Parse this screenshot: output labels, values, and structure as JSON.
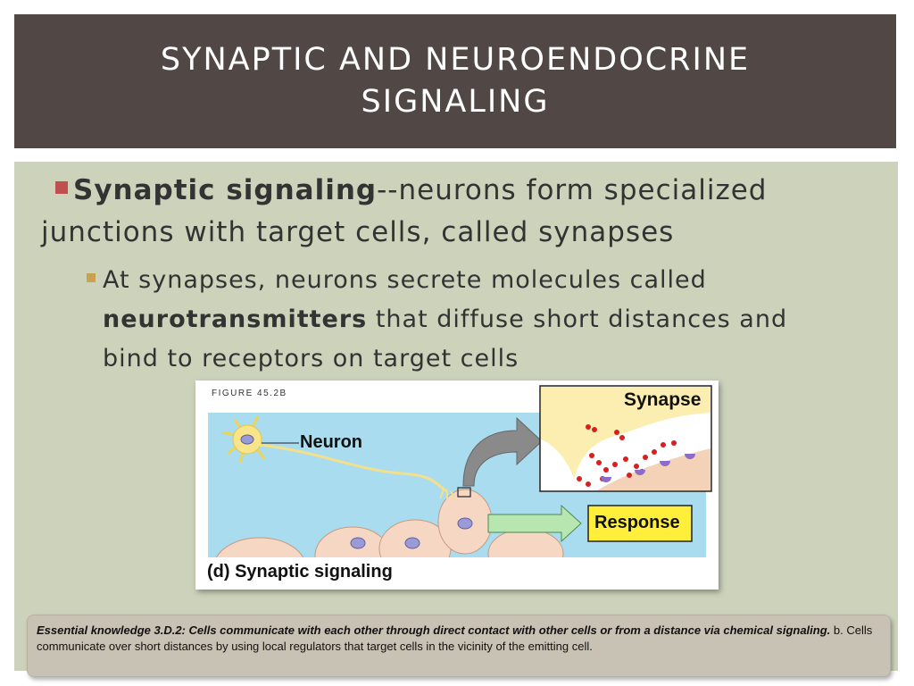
{
  "slide": {
    "title": "SYNAPTIC AND NEUROENDOCRINE SIGNALING"
  },
  "bullets": {
    "main_term": "Synaptic signaling",
    "main_rest": "--neurons form specialized junctions with target cells, called synapses",
    "sub_prefix": "At synapses, neurons secrete molecules called ",
    "sub_term": "neurotransmitters",
    "sub_rest": " that diffuse short distances and bind to receptors on target cells"
  },
  "figure": {
    "label": "FIGURE 45.2B",
    "neuron_label": "Neuron",
    "synapse_label": "Synapse",
    "response_label": "Response",
    "caption": "(d) Synaptic signaling"
  },
  "essential_knowledge": {
    "emphasis": "Essential knowledge 3.D.2: Cells communicate with each other through direct contact with other cells or from a distance via chemical signaling.",
    "rest": " b. Cells communicate over short distances by using local regulators that target cells in the vicinity of the emitting cell."
  },
  "colors": {
    "title_bg": "#514846",
    "content_bg": "#cdd3bb",
    "bullet1_marker": "#c0504d",
    "bullet2_marker": "#c9a24d",
    "note_bg": "#c8c2b4"
  }
}
